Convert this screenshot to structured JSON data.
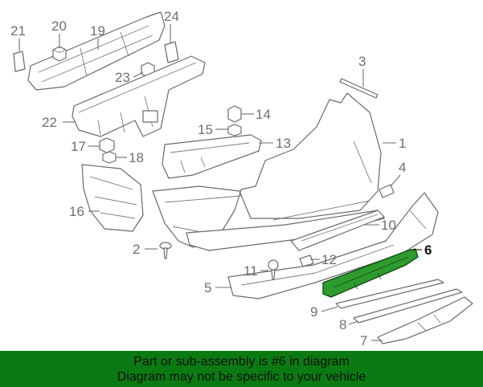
{
  "diagram": {
    "highlight_color": "#2e9b2e",
    "callouts": [
      {
        "id": "c1",
        "label": "1"
      },
      {
        "id": "c2",
        "label": "2"
      },
      {
        "id": "c3",
        "label": "3"
      },
      {
        "id": "c4",
        "label": "4"
      },
      {
        "id": "c5",
        "label": "5"
      },
      {
        "id": "c6",
        "label": "6"
      },
      {
        "id": "c7",
        "label": "7"
      },
      {
        "id": "c8",
        "label": "8"
      },
      {
        "id": "c9",
        "label": "9"
      },
      {
        "id": "c10",
        "label": "10"
      },
      {
        "id": "c11",
        "label": "11"
      },
      {
        "id": "c12",
        "label": "12"
      },
      {
        "id": "c13",
        "label": "13"
      },
      {
        "id": "c14",
        "label": "14"
      },
      {
        "id": "c15",
        "label": "15"
      },
      {
        "id": "c16",
        "label": "16"
      },
      {
        "id": "c17",
        "label": "17"
      },
      {
        "id": "c18",
        "label": "18"
      },
      {
        "id": "c19",
        "label": "19"
      },
      {
        "id": "c20",
        "label": "20"
      },
      {
        "id": "c21",
        "label": "21"
      },
      {
        "id": "c22",
        "label": "22"
      },
      {
        "id": "c23",
        "label": "23"
      },
      {
        "id": "c24",
        "label": "24"
      }
    ]
  },
  "banner": {
    "background": "#0b7a12",
    "line1": "Part or sub-assembly is #6 in diagram",
    "line2": "Diagram may not be specific to your vehicle"
  }
}
